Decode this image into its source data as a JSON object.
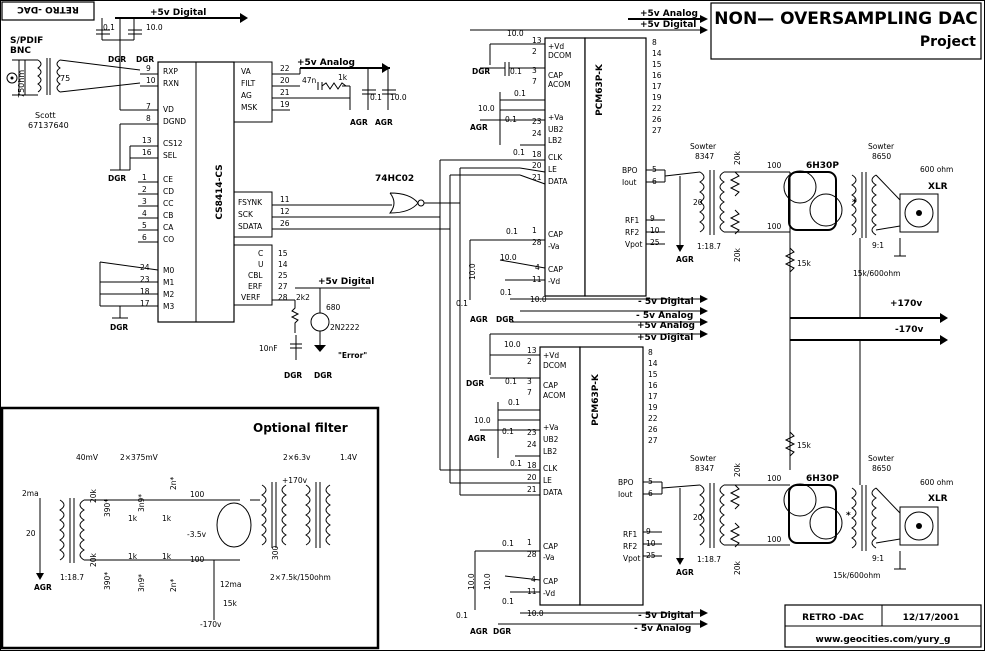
{
  "header": {
    "corner_tag": "RETRO -DAC",
    "title_line1": "NON— OVERSAMPLING DAC",
    "title_line2": "Project"
  },
  "input": {
    "label1": "S/PDIF",
    "label2": "BNC",
    "r_750": "750hm",
    "r_75": "75",
    "xfmr_name": "Scott",
    "xfmr_part": "67137640"
  },
  "rails": {
    "p5_digital": "+5v Digital",
    "p5_analog": "+5v Analog",
    "m5_digital": "- 5v Digital",
    "m5_analog": "- 5v Analog",
    "p170": "+170v",
    "m170": "-170v",
    "dgr": "DGR",
    "agr": "AGR"
  },
  "receiver": {
    "part": "CS8414-CS",
    "pins_left_top": [
      "RXP",
      "RXN"
    ],
    "pins_left_vd": [
      "VD",
      "DGND"
    ],
    "pins_left_cs": [
      "CS12",
      "SEL"
    ],
    "pins_left_c": [
      "CE",
      "CD",
      "CC",
      "CB",
      "CA",
      "CO"
    ],
    "pins_left_m": [
      "M0",
      "M1",
      "M2",
      "M3"
    ],
    "pins_right_top": [
      "VA",
      "FILT",
      "AG",
      "MSK"
    ],
    "pins_right_mid": [
      "FSYNK",
      "SCK",
      "SDATA"
    ],
    "pins_right_bot": [
      "C",
      "U",
      "CBL",
      "ERF",
      "VERF"
    ],
    "nums_left_top": [
      "9",
      "10"
    ],
    "nums_left_vd": [
      "7",
      "8"
    ],
    "nums_left_cs": [
      "13",
      "16"
    ],
    "nums_left_c": [
      "1",
      "2",
      "3",
      "4",
      "5",
      "6"
    ],
    "nums_left_m": [
      "24",
      "23",
      "18",
      "17"
    ],
    "nums_right_top": [
      "22",
      "20",
      "21",
      "19"
    ],
    "nums_right_mid": [
      "11",
      "12",
      "26"
    ],
    "nums_right_bot": [
      "15",
      "14",
      "25",
      "27",
      "28"
    ]
  },
  "receiver_parts": {
    "c01": "0.1",
    "c10": "10.0",
    "c47n": "47n",
    "r1k": "1k",
    "c01b": "0.1",
    "c10b": "10.0",
    "r2k2": "2k2",
    "r680": "680",
    "q": "2N2222",
    "c10n": "10nF",
    "error": "\"Error\"",
    "p5_digital2": "+5v Digital"
  },
  "gate": {
    "part": "74HC02"
  },
  "dac": {
    "part": "PCM63P-K",
    "pins_left": [
      "+Vd",
      "DCOM",
      "CAP",
      "ACOM",
      "+Va",
      "UB2",
      "LB2",
      "CLK",
      "LE",
      "DATA",
      "CAP",
      "-Va",
      "CAP",
      "-Vd"
    ],
    "nums_left_a": [
      "13",
      "2",
      "3",
      "7",
      "23",
      "24",
      "18",
      "20",
      "21",
      "1",
      "28",
      "4",
      "11"
    ],
    "pins_right": [
      "BPO",
      "Iout",
      "RF1",
      "RF2",
      "Vpot"
    ],
    "nums_right": [
      "5",
      "6",
      "9",
      "10",
      "25"
    ],
    "nums_right_top": [
      "8",
      "14",
      "15",
      "16",
      "17",
      "19",
      "22",
      "26",
      "27"
    ],
    "caps": [
      "10.0",
      "0.1",
      "0.1",
      "10.0",
      "0.1",
      "0.1",
      "0.1",
      "10.0",
      "0.1",
      "10.0",
      "0.1",
      "10.0"
    ]
  },
  "output_stage": {
    "xfmr1_name": "Sowter",
    "xfmr1_part": "8347",
    "ratio1": "1:18.7",
    "r20": "20",
    "r20k": "20k",
    "r100": "100",
    "tube": "6H30P",
    "r15k": "15k",
    "xfmr2_name": "Sowter",
    "xfmr2_part": "8650",
    "ratio2": "9:1",
    "imp": "15k/600ohm",
    "load": "600 ohm",
    "xlr": "XLR"
  },
  "filter": {
    "title": "Optional filter",
    "v40": "40mV",
    "v375": "2×375mV",
    "v63": "2×6.3v",
    "v14": "1.4V",
    "i2": "2ma",
    "r20": "20",
    "r20k": "20k",
    "r390": "390*",
    "r3n9": "3n9*",
    "c2n": "2n*",
    "r1k": "1k",
    "r100": "100",
    "vp170": "+170v",
    "vm35": "-3.5v",
    "r300": "300",
    "i12": "12ma",
    "r15k": "15k",
    "vm170": "-170v",
    "ratio": "1:18.7",
    "load": "2×7.5k/150ohm"
  },
  "footer": {
    "name": "RETRO -DAC",
    "date": "12/17/2001",
    "url": "www.geocities.com/yury_g"
  }
}
